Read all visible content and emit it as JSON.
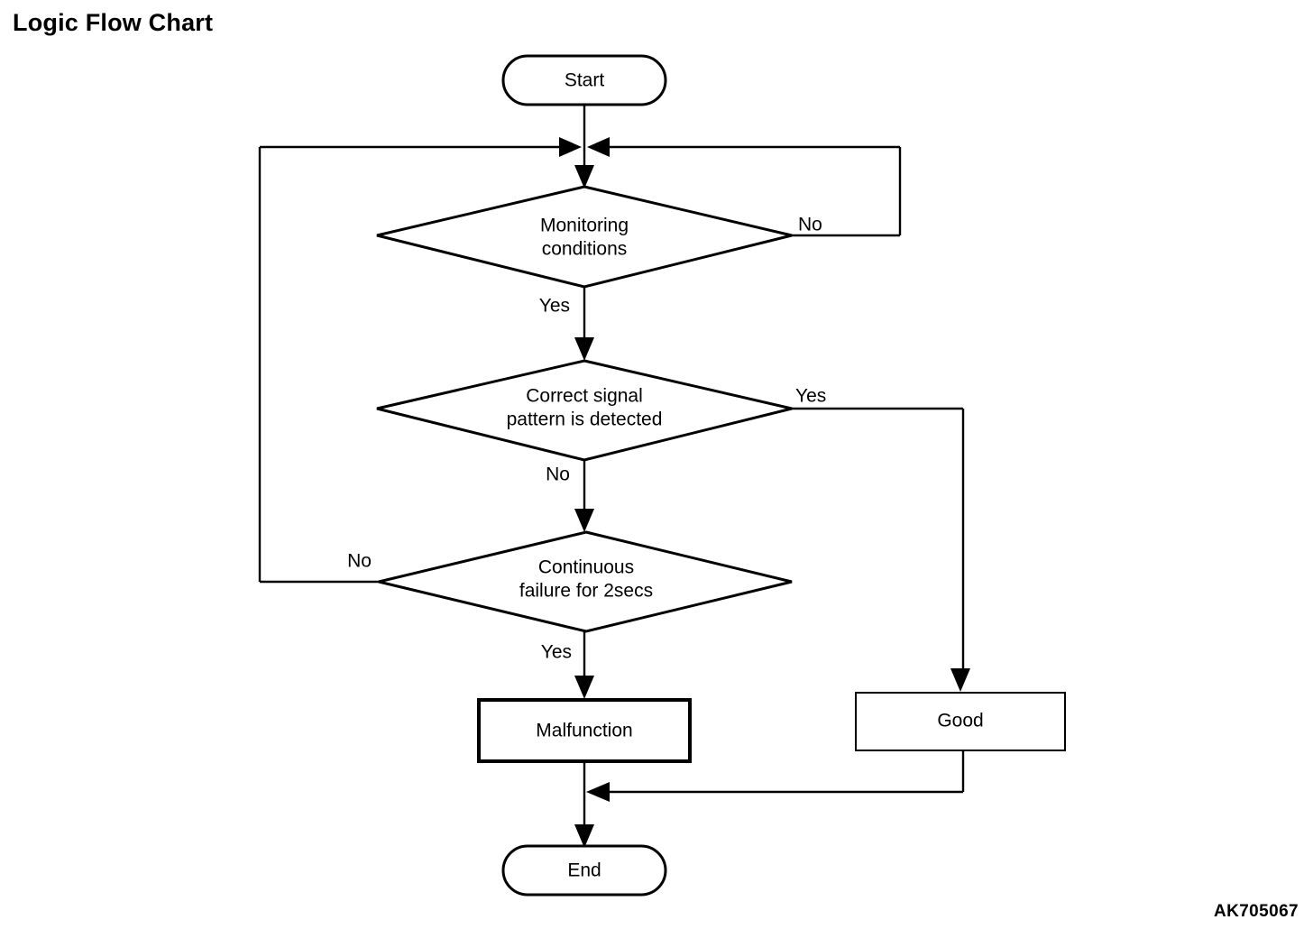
{
  "page": {
    "title": "Logic Flow Chart",
    "figure_code": "AK705067",
    "background_color": "#ffffff",
    "line_color": "#000000"
  },
  "chart_data": {
    "type": "diagram",
    "diagram_kind": "flowchart",
    "title": "Logic Flow Chart",
    "orientation": "top-to-bottom",
    "nodes": [
      {
        "id": "start",
        "shape": "terminator",
        "label": "Start"
      },
      {
        "id": "monitoring",
        "shape": "decision",
        "label": "Monitoring conditions",
        "line1": "Monitoring",
        "line2": "conditions"
      },
      {
        "id": "pattern",
        "shape": "decision",
        "label": "Correct signal pattern is detected",
        "line1": "Correct signal",
        "line2": "pattern is detected"
      },
      {
        "id": "continuous",
        "shape": "decision",
        "label": "Continuous failure for 2secs",
        "line1": "Continuous",
        "line2": "failure for 2secs"
      },
      {
        "id": "malfunction",
        "shape": "process",
        "label": "Malfunction",
        "emphasis": "bold-border"
      },
      {
        "id": "good",
        "shape": "process",
        "label": "Good"
      },
      {
        "id": "end",
        "shape": "terminator",
        "label": "End"
      }
    ],
    "edges": [
      {
        "from": "start",
        "to": "monitoring",
        "label": ""
      },
      {
        "from": "monitoring",
        "to": "pattern",
        "label": "Yes"
      },
      {
        "from": "monitoring",
        "to": "monitoring",
        "label": "No",
        "route": "right-loop-back-to-junction"
      },
      {
        "from": "pattern",
        "to": "continuous",
        "label": "No"
      },
      {
        "from": "pattern",
        "to": "good",
        "label": "Yes",
        "route": "right-then-down"
      },
      {
        "from": "continuous",
        "to": "malfunction",
        "label": "Yes"
      },
      {
        "from": "continuous",
        "to": "monitoring",
        "label": "No",
        "route": "left-loop-back-to-junction"
      },
      {
        "from": "malfunction",
        "to": "end",
        "label": ""
      },
      {
        "from": "good",
        "to": "end",
        "label": "",
        "route": "down-then-left-merge"
      }
    ],
    "labels": {
      "monitoring_yes": "Yes",
      "monitoring_no": "No",
      "pattern_yes": "Yes",
      "pattern_no": "No",
      "continuous_yes": "Yes",
      "continuous_no": "No"
    }
  }
}
